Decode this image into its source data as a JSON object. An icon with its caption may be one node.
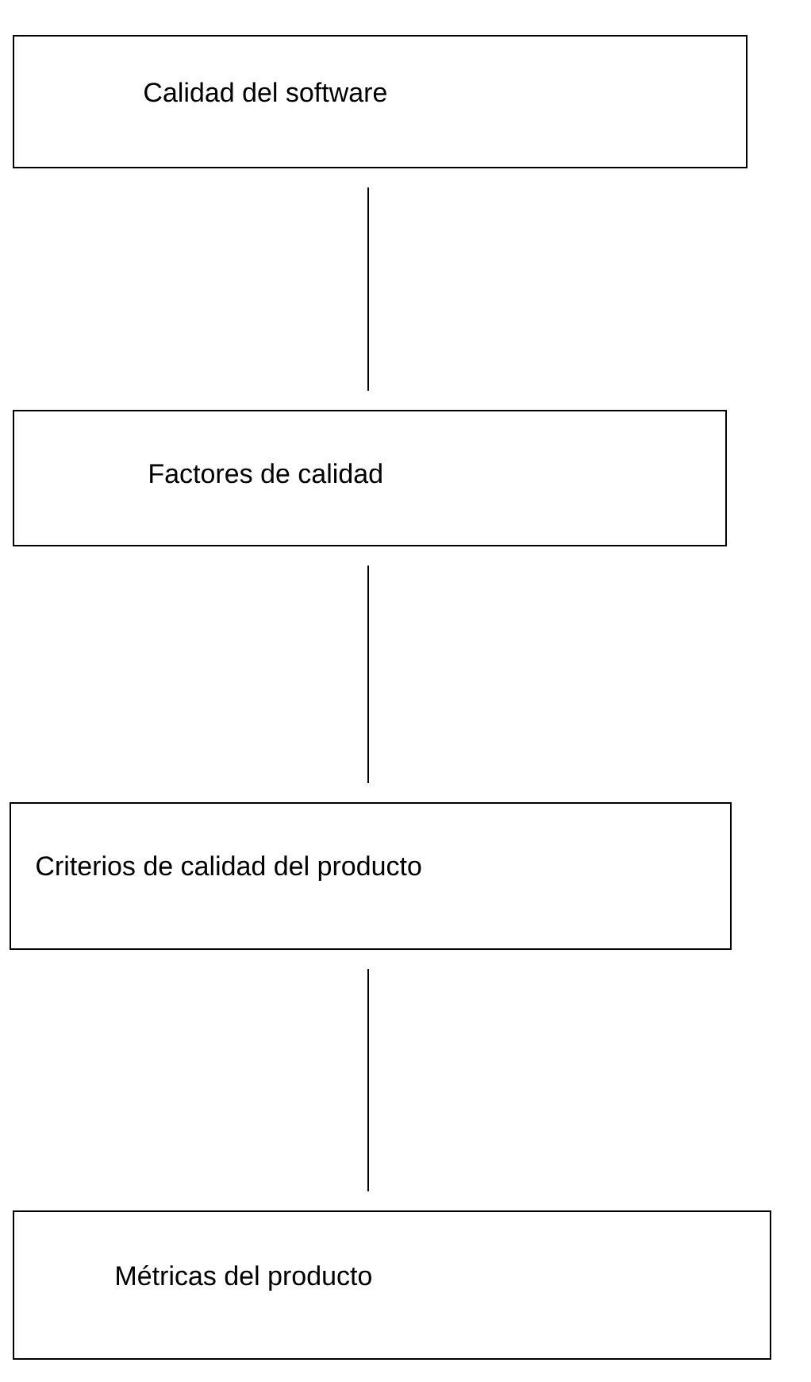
{
  "diagram": {
    "nodes": [
      {
        "text": [
          "Calidad del software"
        ]
      },
      {
        "text": [
          "Factores de calidad"
        ]
      },
      {
        "text": [
          "Criterios de calidad del producto"
        ]
      },
      {
        "text": [
          "Métricas del producto"
        ]
      }
    ],
    "edges": [
      {
        "from": 0,
        "to": 1,
        "arrow": "none"
      },
      {
        "from": 1,
        "to": 2,
        "arrow": "none"
      },
      {
        "from": 2,
        "to": 3,
        "arrow": "none"
      }
    ]
  }
}
